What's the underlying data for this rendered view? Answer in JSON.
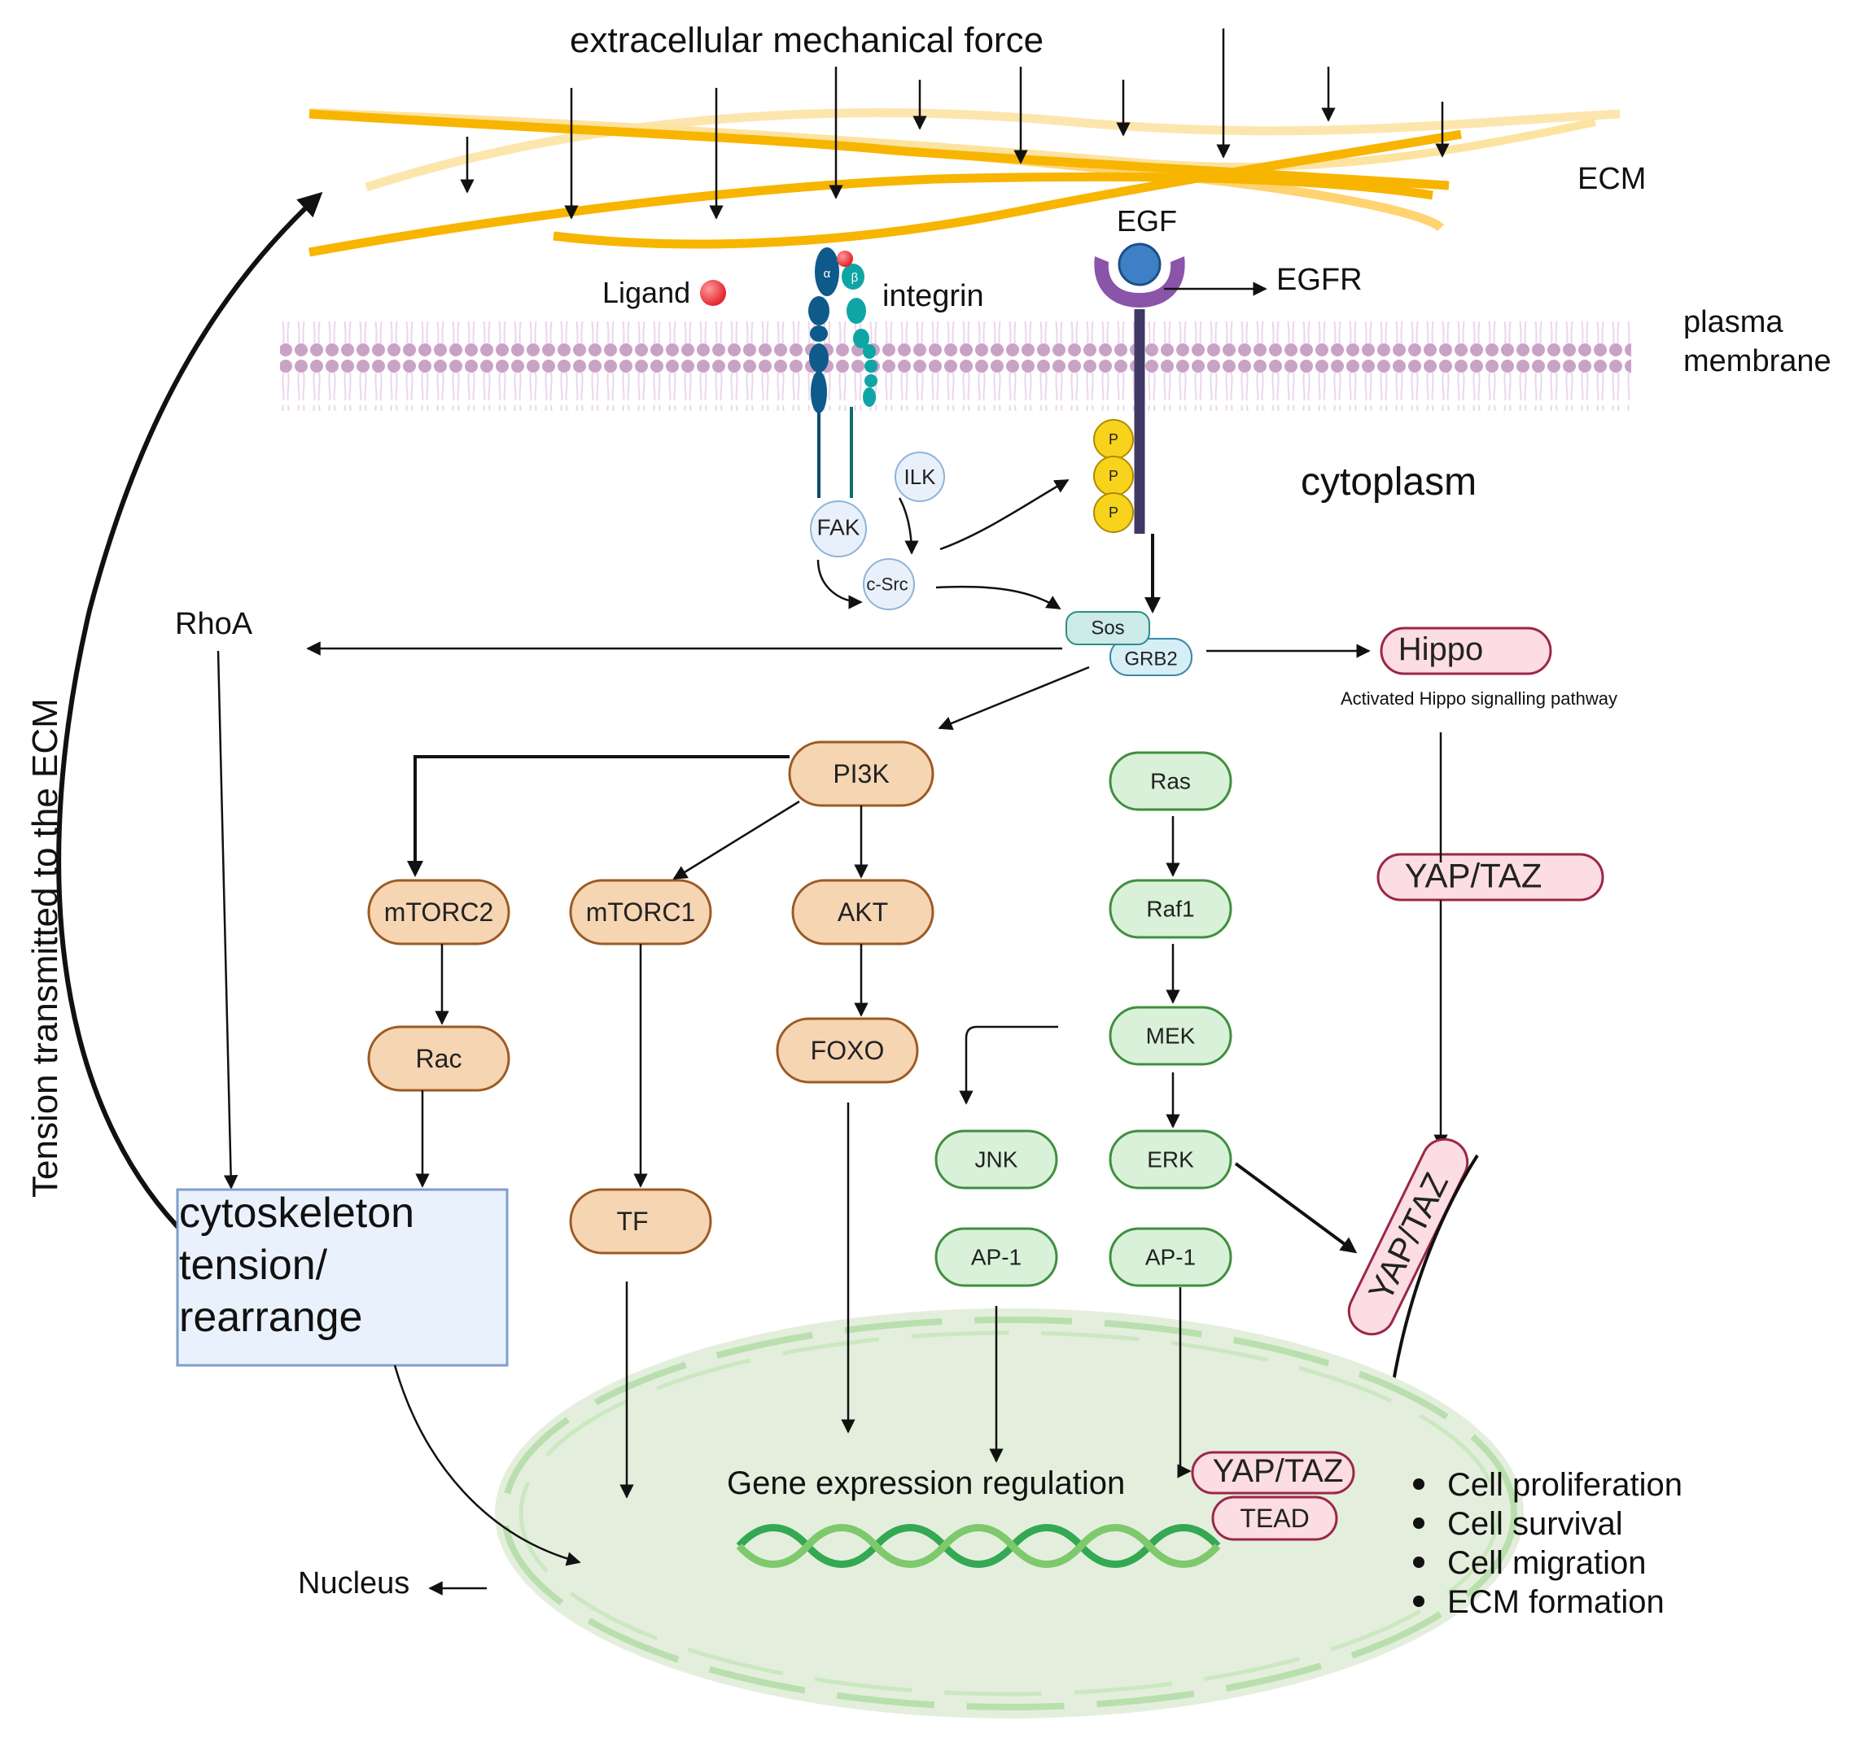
{
  "labels": {
    "force": "extracellular mechanical force",
    "ecm": "ECM",
    "plasma_line1": "plasma",
    "plasma_line2": "membrane",
    "cytoplasm": "cytoplasm",
    "ligand": "Ligand",
    "integrin": "integrin",
    "egf": "EGF",
    "egfr": "EGFR",
    "alpha": "α",
    "beta": "β",
    "rhoa": "RhoA",
    "tension": "Tension transmitted to the ECM",
    "hippo_caption": "Activated Hippo signalling pathway",
    "gene_expr": "Gene expression regulation",
    "nucleus": "Nucleus"
  },
  "small_nodes": {
    "ilk": "ILK",
    "fak": "FAK",
    "csrc": "c-Src",
    "p1": "P",
    "p2": "P",
    "p3": "P",
    "sos": "Sos",
    "grb2": "GRB2"
  },
  "nodes": {
    "pi3k": "PI3K",
    "mtorc2": "mTORC2",
    "mtorc1": "mTORC1",
    "akt": "AKT",
    "rac": "Rac",
    "foxo": "FOXO",
    "tf": "TF",
    "ras": "Ras",
    "raf1": "Raf1",
    "mek": "MEK",
    "erk": "ERK",
    "jnk": "JNK",
    "ap1_left": "AP-1",
    "ap1_right": "AP-1",
    "hippo": "Hippo",
    "yaptaz_top": "YAP/TAZ",
    "yaptaz_rot": "YAP/TAZ",
    "yaptaz_nuc": "YAP/TAZ",
    "tead": "TEAD"
  },
  "cyto_box": {
    "line1": "cytoskeleton",
    "line2": "tension/",
    "line3": "rearrange"
  },
  "outcomes": [
    "Cell proliferation",
    "Cell survival",
    "Cell migration",
    "ECM formation"
  ],
  "colors": {
    "fiber": "#f7b500",
    "membrane": "#c9a6c7",
    "orange_fill": "#f6d5b3",
    "orange_stroke": "#9c5a22",
    "green_fill": "#d8f1d8",
    "green_stroke": "#3f8f3f",
    "pink_fill": "#fbdde3",
    "pink_stroke": "#9b2747",
    "nucleus": "#e3efdc",
    "box_fill": "#e9f2fc",
    "box_stroke": "#7f9fc9"
  }
}
